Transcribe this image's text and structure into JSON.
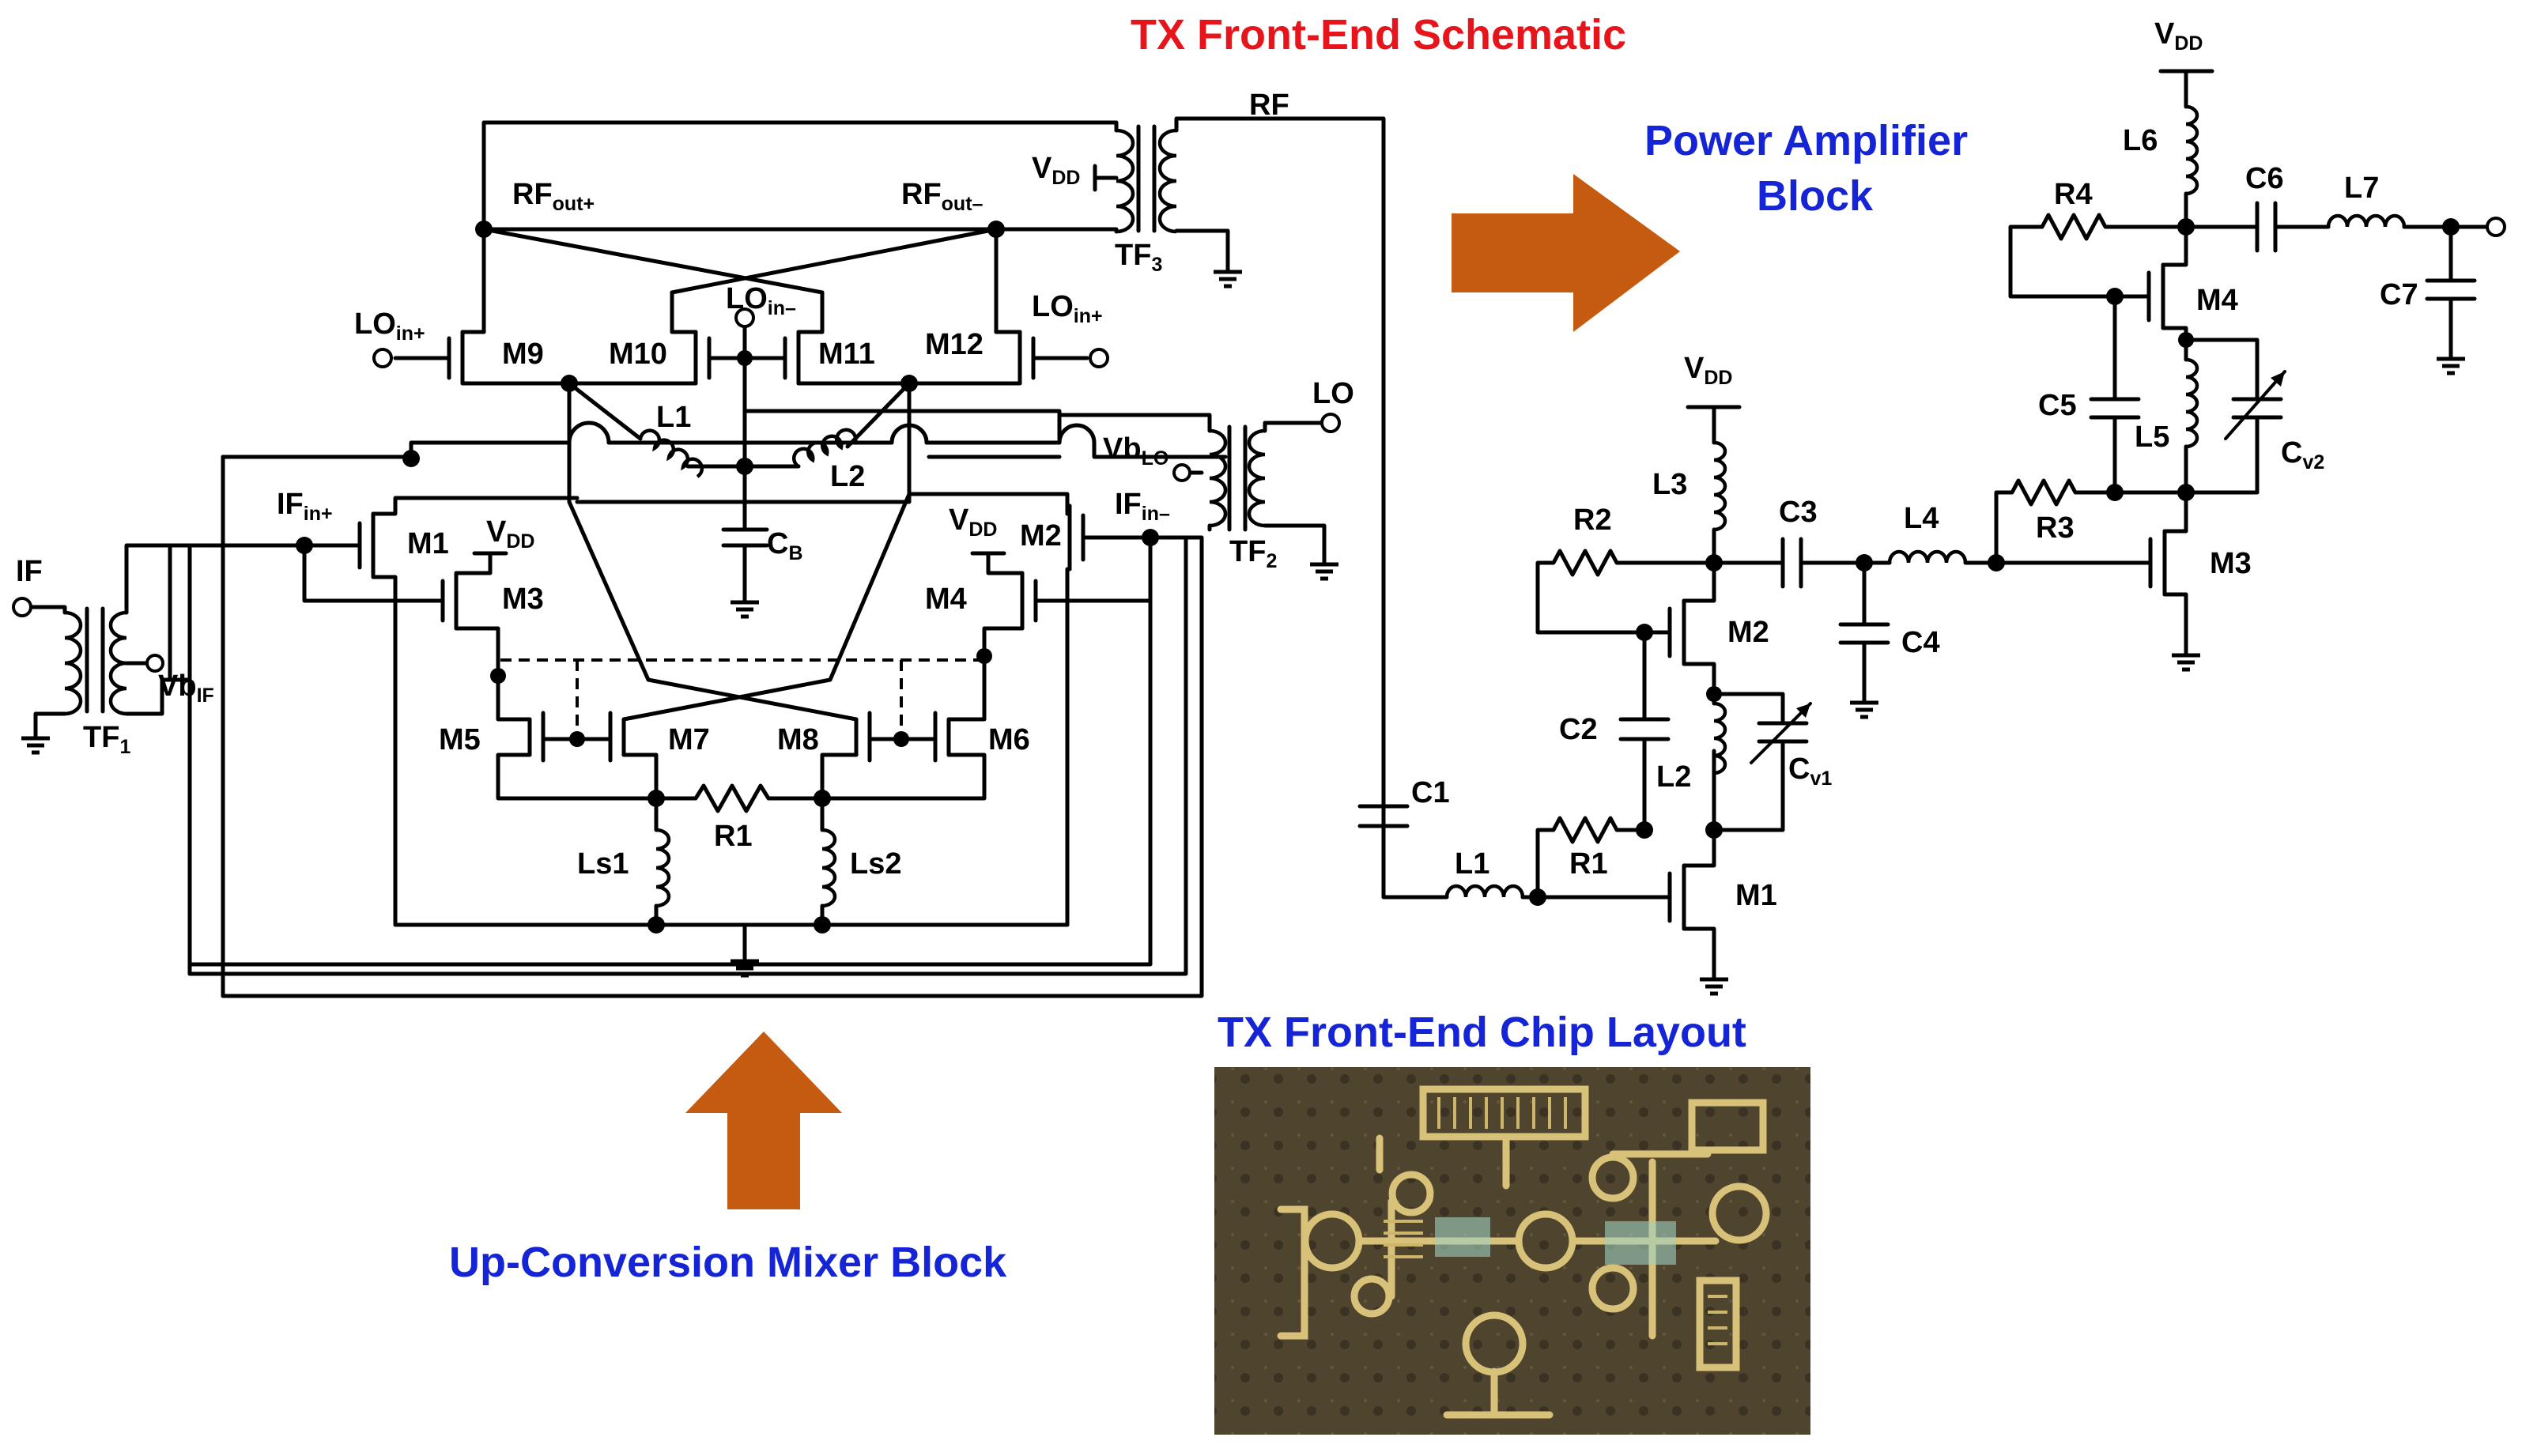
{
  "titles": {
    "schematic": "TX Front-End Schematic",
    "pa_line1": "Power Amplifier",
    "pa_line2": "Block",
    "mixer": "Up-Conversion Mixer Block",
    "layout": "TX Front-End Chip Layout"
  },
  "colors": {
    "red": "#e8141b",
    "blue": "#1525d6",
    "arrow": "#c55a11"
  },
  "mixer": {
    "RF": "RF",
    "LO": "LO",
    "IF": "IF",
    "VDD": "V",
    "VDD_sub": "DD",
    "TF3": "TF",
    "TF3_sub": "3",
    "TF2": "TF",
    "TF2_sub": "2",
    "TF1": "TF",
    "TF1_sub": "1",
    "VbLO": "Vb",
    "VbLO_sub": "LO",
    "VbIF": "Vb",
    "VbIF_sub": "IF",
    "RFoutP": "RF",
    "RFoutP_sub": "out+",
    "RFoutM": "RF",
    "RFoutM_sub": "out–",
    "LOinP": "LO",
    "LOinP_sub": "in+",
    "LOinM": "LO",
    "LOinM_sub": "in–",
    "IFinP": "IF",
    "IFinP_sub": "in+",
    "IFinM": "IF",
    "IFinM_sub": "in–",
    "M1": "M1",
    "M2": "M2",
    "M3": "M3",
    "M4": "M4",
    "M5": "M5",
    "M6": "M6",
    "M7": "M7",
    "M8": "M8",
    "M9": "M9",
    "M10": "M10",
    "M11": "M11",
    "M12": "M12",
    "L1": "L1",
    "L2": "L2",
    "CB": "C",
    "CB_sub": "B",
    "R1": "R1",
    "Ls1": "Ls1",
    "Ls2": "Ls2"
  },
  "pa": {
    "VDD": "V",
    "VDD_sub": "DD",
    "L1": "L1",
    "L2": "L2",
    "L3": "L3",
    "L4": "L4",
    "L5": "L5",
    "L6": "L6",
    "L7": "L7",
    "C1": "C1",
    "C2": "C2",
    "C3": "C3",
    "C4": "C4",
    "C5": "C5",
    "C6": "C6",
    "C7": "C7",
    "Cv1": "C",
    "Cv1_sub": "v1",
    "Cv2": "C",
    "Cv2_sub": "v2",
    "R1": "R1",
    "R2": "R2",
    "R3": "R3",
    "R4": "R4",
    "M1": "M1",
    "M2": "M2",
    "M3": "M3",
    "M4": "M4"
  }
}
